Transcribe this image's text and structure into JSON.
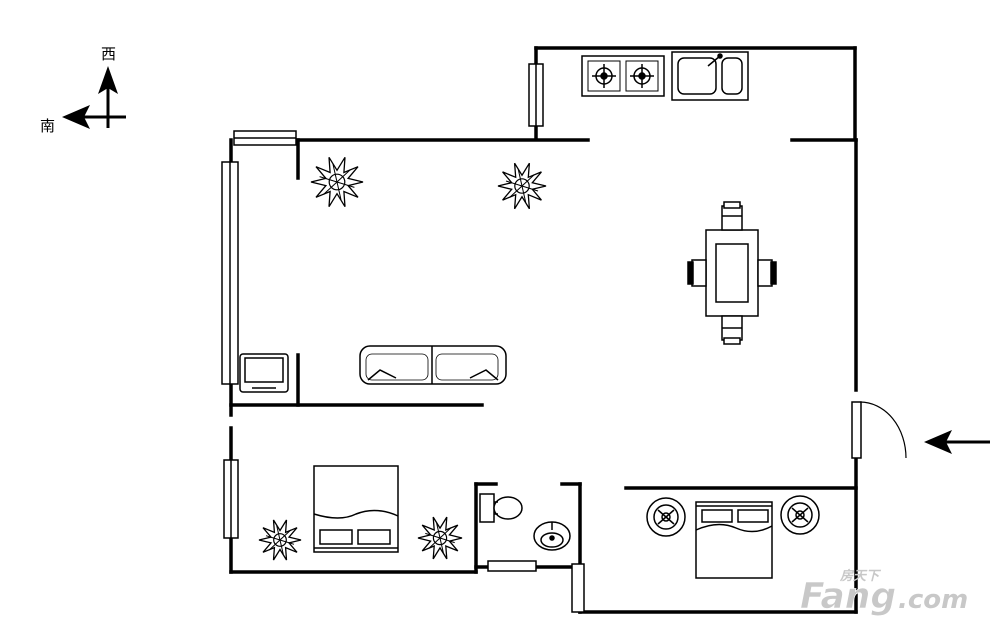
{
  "compass": {
    "north_label": "西",
    "west_label": "南"
  },
  "watermark": {
    "brand": "Fang",
    "domain": ".com",
    "cn": "房天下",
    "color": "#c8c8c8"
  },
  "entrance": {
    "icon": "arrow-left-icon"
  },
  "fixtures": {
    "stove": "stove-icon",
    "sink": "sink-icon",
    "dining_table": "dining-table-icon",
    "sofa": "sofa-icon",
    "tv": "tv-icon",
    "bed": "bed-icon",
    "toilet": "toilet-icon",
    "basin": "basin-icon",
    "plant": "plant-icon",
    "nightstand": "nightstand-icon"
  }
}
